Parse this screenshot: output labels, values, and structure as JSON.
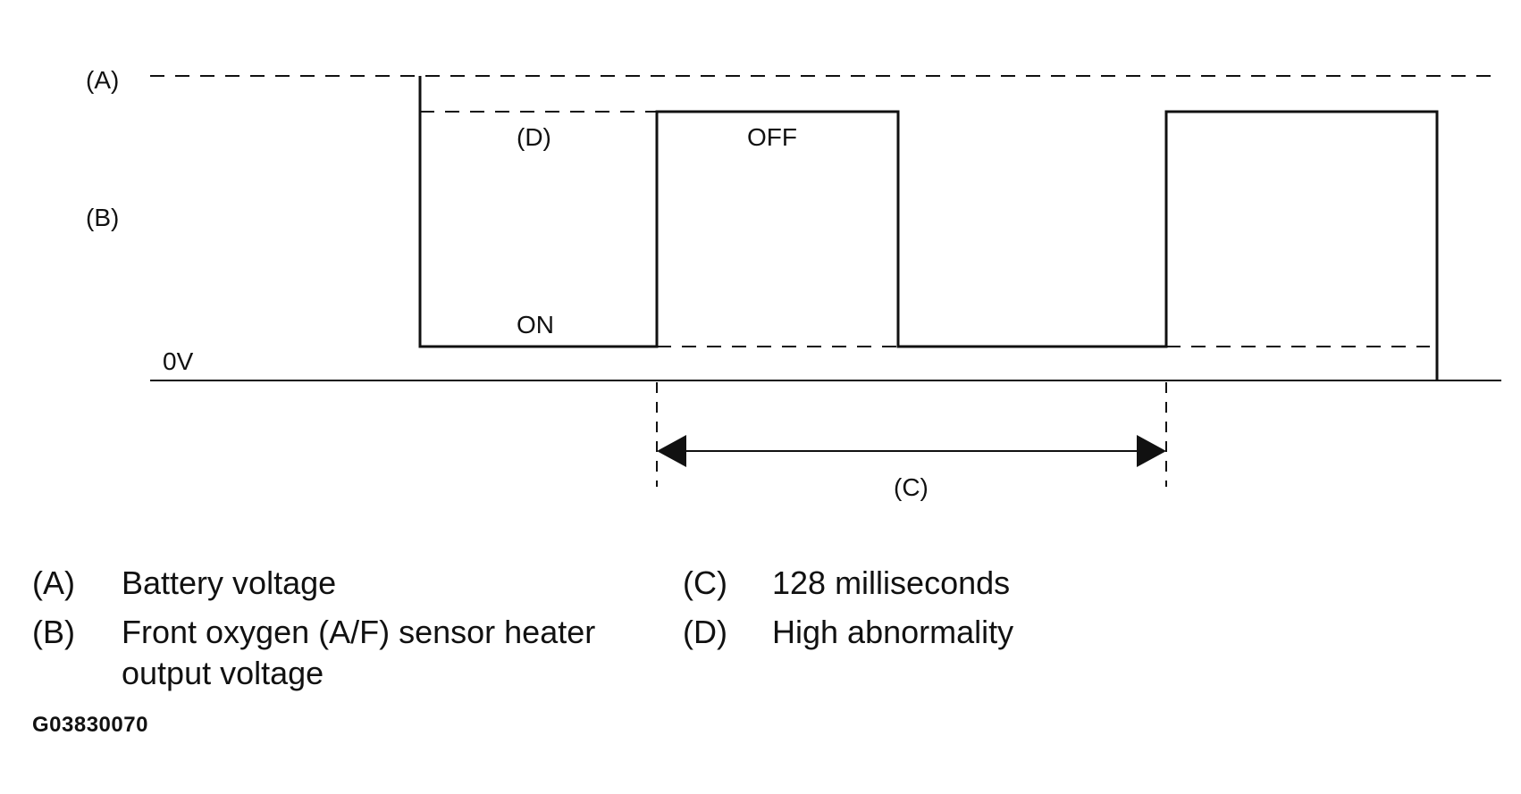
{
  "diagram": {
    "labels": {
      "a": "(A)",
      "b": "(B)",
      "c": "(C)",
      "d": "(D)",
      "off": "OFF",
      "on": "ON",
      "zero_volt": "0V"
    }
  },
  "legend": [
    {
      "key": "(A)",
      "text": "Battery voltage"
    },
    {
      "key": "(B)",
      "text": "Front oxygen (A/F) sensor heater output voltage"
    },
    {
      "key": "(C)",
      "text": "128 milliseconds"
    },
    {
      "key": "(D)",
      "text": "High abnormality"
    }
  ],
  "figure_id": "G03830070"
}
